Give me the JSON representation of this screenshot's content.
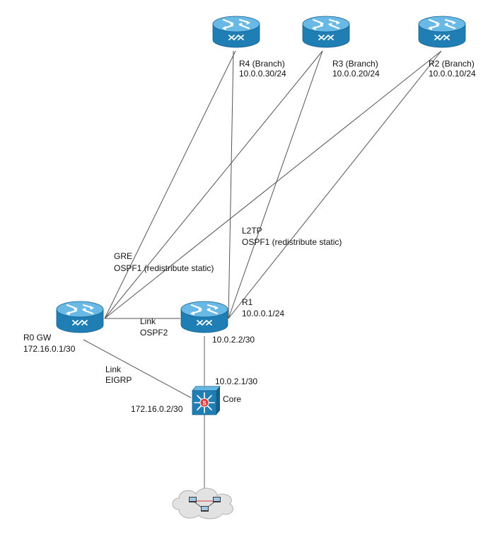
{
  "colors": {
    "router_body": "#1f7fb5",
    "router_top": "#68b9e6",
    "router_dark": "#135f8c",
    "switch_body": "#1f7fb5",
    "link": "#555555",
    "cloud": "#e2e2e2"
  },
  "devices": {
    "r4": {
      "name": "R4 (Branch)",
      "addr": "10.0.0.30/24",
      "icon": "router-icon"
    },
    "r3": {
      "name": "R3 (Branch)",
      "addr": "10.0.0.20/24",
      "icon": "router-icon"
    },
    "r2": {
      "name": "R2 (Branch)",
      "addr": "10.0.0.10/24",
      "icon": "router-icon"
    },
    "r0": {
      "name": "R0 GW",
      "addr": "172.16.0.1/30",
      "icon": "router-icon"
    },
    "r1": {
      "name": "R1",
      "addr": "10.0.0.1/24",
      "addr2": "10.0.2.2/30",
      "icon": "router-icon"
    },
    "core": {
      "name": "Core",
      "addr_up": "10.0.2.1/30",
      "addr_left": "172.16.0.2/30",
      "icon": "layer3-switch-icon"
    },
    "lan": {
      "icon": "network-cloud-icon"
    }
  },
  "link_labels": {
    "gre_1": "GRE",
    "gre_2": "OSPF1 (redistribute static)",
    "l2tp_1": "L2TP",
    "l2tp_2": "OSPF1 (redistribute static)",
    "r0_r1_1": "Link",
    "r0_r1_2": "OSPF2",
    "r0_core_1": "Link",
    "r0_core_2": "EIGRP"
  }
}
